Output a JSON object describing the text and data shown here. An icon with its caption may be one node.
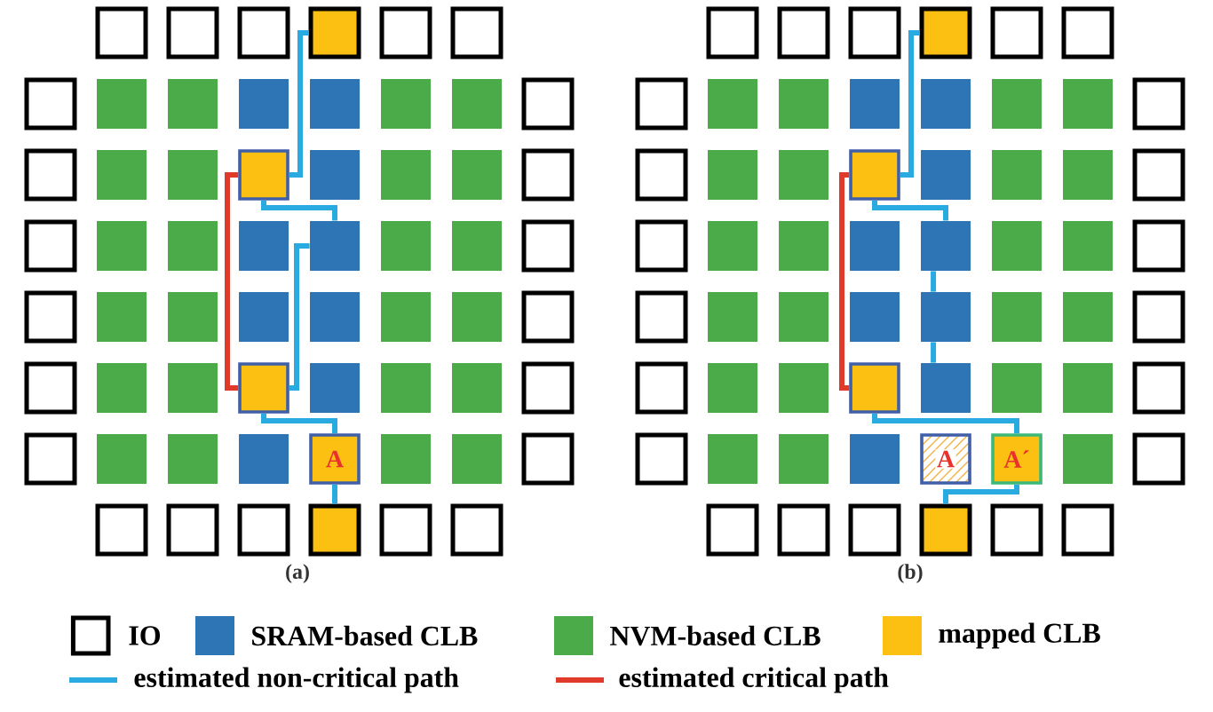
{
  "diagram": {
    "nodes": [
      {
        "text": [],
        "shape": "box"
      },
      {
        "text": [],
        "shape": "box"
      },
      {
        "text": [],
        "shape": "box"
      },
      {
        "text": [],
        "shape": "box"
      },
      {
        "text": [],
        "shape": "box"
      },
      {
        "text": [],
        "shape": "box"
      },
      {
        "text": [],
        "shape": "box"
      },
      {
        "text": [],
        "shape": "box"
      },
      {
        "text": [],
        "shape": "box"
      },
      {
        "text": [],
        "shape": "box"
      },
      {
        "text": [],
        "shape": "box"
      },
      {
        "text": [],
        "shape": "box"
      },
      {
        "text": [],
        "shape": "box"
      },
      {
        "text": [],
        "shape": "box"
      },
      {
        "text": [],
        "shape": "box"
      },
      {
        "text": [],
        "shape": "box"
      },
      {
        "text": [],
        "shape": "box"
      },
      {
        "text": [],
        "shape": "box"
      },
      {
        "text": [],
        "shape": "box"
      },
      {
        "text": [],
        "shape": "box"
      },
      {
        "text": [],
        "shape": "box"
      },
      {
        "text": [],
        "shape": "box"
      },
      {
        "text": [],
        "shape": "box"
      },
      {
        "text": [],
        "shape": "box"
      },
      {
        "text": [],
        "shape": "box"
      },
      {
        "text": [],
        "shape": "box"
      },
      {
        "text": [],
        "shape": "box"
      },
      {
        "text": [],
        "shape": "box"
      },
      {
        "text": [],
        "shape": "box"
      },
      {
        "text": [],
        "shape": "box"
      },
      {
        "text": [],
        "shape": "box"
      },
      {
        "text": [],
        "shape": "box"
      },
      {
        "text": [],
        "shape": "box"
      },
      {
        "text": [],
        "shape": "box"
      },
      {
        "text": [],
        "shape": "box"
      },
      {
        "text": [],
        "shape": "box"
      },
      {
        "text": [],
        "shape": "box"
      },
      {
        "text": [],
        "shape": "box"
      },
      {
        "text": [],
        "shape": "box"
      },
      {
        "text": [],
        "shape": "box"
      },
      {
        "text": [],
        "shape": "box"
      },
      {
        "text": [],
        "shape": "box"
      },
      {
        "text": [],
        "shape": "box"
      },
      {
        "text": [],
        "shape": "box"
      },
      {
        "text": [],
        "shape": "box"
      },
      {
        "text": [],
        "shape": "box"
      },
      {
        "text": [],
        "shape": "box"
      },
      {
        "text": [],
        "shape": "box"
      },
      {
        "text": [],
        "shape": "box"
      },
      {
        "text": [],
        "shape": "box"
      },
      {
        "text": [
          "A"
        ]
      },
      {
        "text": [],
        "shape": "box"
      },
      {
        "text": [],
        "shape": "box"
      },
      {
        "text": [],
        "shape": "box"
      },
      {
        "text": [],
        "shape": "box"
      },
      {
        "text": [],
        "shape": "box"
      },
      {
        "text": [],
        "shape": "box"
      },
      {
        "text": [],
        "shape": "box"
      },
      {
        "text": [],
        "shape": "box"
      },
      {
        "text": [],
        "shape": "box"
      },
      {
        "text": [],
        "shape": "box"
      },
      {
        "text": [],
        "shape": "box"
      },
      {
        "text": [],
        "shape": "box"
      },
      {
        "text": [],
        "shape": "box"
      },
      {
        "text": [],
        "shape": "box"
      },
      {
        "text": [],
        "shape": "box"
      },
      {
        "text": [],
        "shape": "box"
      },
      {
        "text": [],
        "shape": "box"
      },
      {
        "text": [],
        "shape": "box"
      },
      {
        "text": [],
        "shape": "box"
      },
      {
        "text": [],
        "shape": "box"
      },
      {
        "text": [],
        "shape": "box"
      },
      {
        "text": [],
        "shape": "box"
      },
      {
        "text": [],
        "shape": "box"
      },
      {
        "text": [],
        "shape": "box"
      },
      {
        "text": [],
        "shape": "box"
      },
      {
        "text": [],
        "shape": "box"
      },
      {
        "text": [],
        "shape": "box"
      },
      {
        "text": [],
        "shape": "box"
      },
      {
        "text": [],
        "shape": "box"
      },
      {
        "text": [],
        "shape": "box"
      },
      {
        "text": [],
        "shape": "box"
      },
      {
        "text": [],
        "shape": "box"
      },
      {
        "text": [],
        "shape": "box"
      },
      {
        "text": [],
        "shape": "box"
      },
      {
        "text": [],
        "shape": "box"
      },
      {
        "text": [],
        "shape": "box"
      },
      {
        "text": [],
        "shape": "box"
      },
      {
        "text": [],
        "shape": "box"
      },
      {
        "text": [],
        "shape": "box"
      },
      {
        "text": [],
        "shape": "box"
      },
      {
        "text": [],
        "shape": "box"
      },
      {
        "text": [],
        "shape": "box"
      },
      {
        "text": [],
        "shape": "box"
      },
      {
        "text": [],
        "shape": "box"
      },
      {
        "text": [],
        "shape": "box"
      },
      {
        "text": [],
        "shape": "box"
      },
      {
        "text": [],
        "shape": "box"
      },
      {
        "text": [],
        "shape": "box"
      },
      {
        "text": [],
        "shape": "box"
      },
      {
        "text": [],
        "shape": "box"
      },
      {
        "text": [],
        "shape": "box"
      },
      {
        "text": [],
        "shape": "box"
      },
      {
        "text": [],
        "shape": "box"
      },
      {
        "text": [],
        "shape": "box"
      },
      {
        "text": [],
        "shape": "box"
      },
      {
        "text": [],
        "shape": "box"
      },
      {
        "text": [],
        "shape": "box"
      },
      {
        "text": [],
        "shape": "box"
      },
      {
        "text": [],
        "shape": "box"
      },
      {
        "text": [
          "A"
        ]
      },
      {
        "text": [
          "A´"
        ]
      },
      {
        "text": [],
        "shape": "box"
      },
      {
        "text": [],
        "shape": "box"
      },
      {
        "text": [],
        "shape": "box"
      },
      {
        "text": [],
        "shape": "box"
      },
      {
        "text": [],
        "shape": "box"
      },
      {
        "text": [],
        "shape": "box"
      },
      {
        "text": [],
        "shape": "box"
      },
      {
        "text": [],
        "shape": "box"
      }
    ],
    "edges": [
      {
        "from": 3,
        "to": 17,
        "arrow": "none"
      },
      {
        "from": 17,
        "to": 26,
        "arrow": "none"
      },
      {
        "from": 26,
        "to": 41,
        "arrow": "none"
      },
      {
        "from": 41,
        "to": 50,
        "arrow": "none"
      },
      {
        "from": 50,
        "to": 57,
        "arrow": "none"
      },
      {
        "from": 17,
        "to": 41,
        "arrow": "none",
        "color": "#e03a2a"
      },
      {
        "from": 63,
        "to": 77,
        "arrow": "none"
      },
      {
        "from": 77,
        "to": 86,
        "arrow": "none"
      },
      {
        "from": 86,
        "to": 94,
        "arrow": "none"
      },
      {
        "from": 94,
        "to": 102,
        "arrow": "none"
      },
      {
        "from": 101,
        "to": 111,
        "arrow": "none"
      },
      {
        "from": 111,
        "to": 117,
        "arrow": "none"
      },
      {
        "from": 77,
        "to": 101,
        "arrow": "none",
        "color": "#e03a2a"
      }
    ],
    "labels": [
      "(a)",
      "(b)"
    ],
    "legend": [
      {
        "text": "IO"
      },
      {
        "text": "SRAM-based CLB",
        "color": "#2e75b6"
      },
      {
        "text": "NVM-based CLB",
        "color": "#4aab48"
      },
      {
        "text": "mapped CLB",
        "color": "#fcc012"
      },
      {
        "text": "estimated non-critical path"
      },
      {
        "text": "estimated critical path"
      }
    ]
  }
}
